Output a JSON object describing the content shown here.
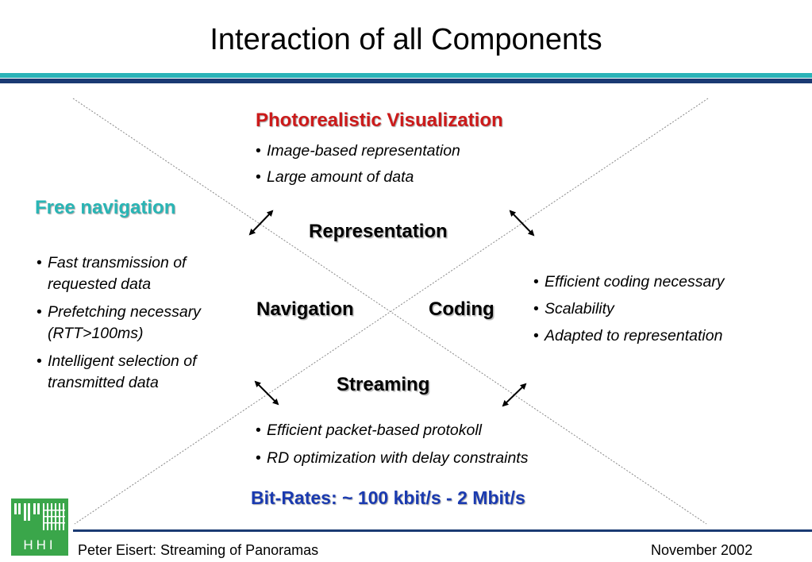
{
  "slide": {
    "title": "Interaction of all Components",
    "colors": {
      "top_bar_light": "#2bb3b8",
      "top_bar_dark": "#1a3a73",
      "red_heading": "#cc1a1a",
      "teal_heading": "#29b5b5",
      "blue_heading": "#1a3ab0",
      "logo_green": "#3aa64a"
    }
  },
  "top": {
    "heading": "Photorealistic Visualization",
    "bullets": [
      "Image-based representation",
      "Large amount of data"
    ]
  },
  "left": {
    "heading": "Free navigation",
    "bullets": [
      "Fast transmission of",
      "requested data",
      "Prefetching necessary",
      "(RTT>100ms)",
      "Intelligent selection of",
      "transmitted data"
    ]
  },
  "right": {
    "bullets": [
      "Efficient coding necessary",
      "Scalability",
      "Adapted to representation"
    ]
  },
  "bottom": {
    "bullets": [
      "Efficient packet-based protokoll",
      "RD optimization with delay constraints"
    ],
    "bitrates": "Bit-Rates:  ~ 100 kbit/s - 2 Mbit/s"
  },
  "center": {
    "representation": "Representation",
    "navigation": "Navigation",
    "coding": "Coding",
    "streaming": "Streaming"
  },
  "footer": {
    "author_title": "Peter Eisert:  Streaming of Panoramas",
    "date": "November 2002",
    "logo_text": "HHI"
  }
}
